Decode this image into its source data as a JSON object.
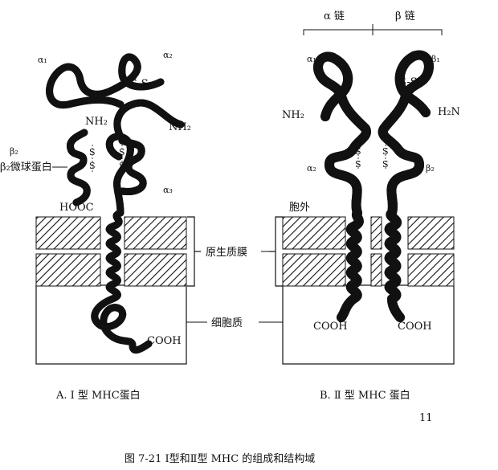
{
  "panel_a": {
    "alpha1": "α₁",
    "alpha2": "α₂",
    "alpha3": "α₃",
    "beta2": "β₂",
    "ss_top": "S-S",
    "nh2_left": "NH₂",
    "nh2_right": "NH₂",
    "s_left_1": "S",
    "s_left_2": "S",
    "s_right_1": "S",
    "s_right_2": "S",
    "b2m_label": "β₂微球蛋白",
    "hooc": "HOOC",
    "cooh": "COOH",
    "caption": "A. Ⅰ 型 MHC蛋白"
  },
  "panel_b": {
    "alpha_chain": "α 链",
    "beta_chain": "β 链",
    "alpha1": "α₁",
    "beta1": "β₁",
    "alpha2": "α₂",
    "beta2": "β₂",
    "ss_top": "S-S",
    "nh2": "NH₂",
    "h2n": "H₂N",
    "s_l1": "S",
    "s_l2": "S",
    "s_r1": "S",
    "s_r2": "S",
    "extracellular": "胞外",
    "cooh_left": "COOH",
    "cooh_right": "COOH",
    "caption": "B. Ⅱ 型 MHC 蛋白"
  },
  "middle": {
    "membrane": "原生质膜",
    "cytoplasm": "细胞质"
  },
  "page_number": "11",
  "figure_caption": "图 7-21 Ⅰ型和Ⅱ型 MHC 的组成和结构域"
}
